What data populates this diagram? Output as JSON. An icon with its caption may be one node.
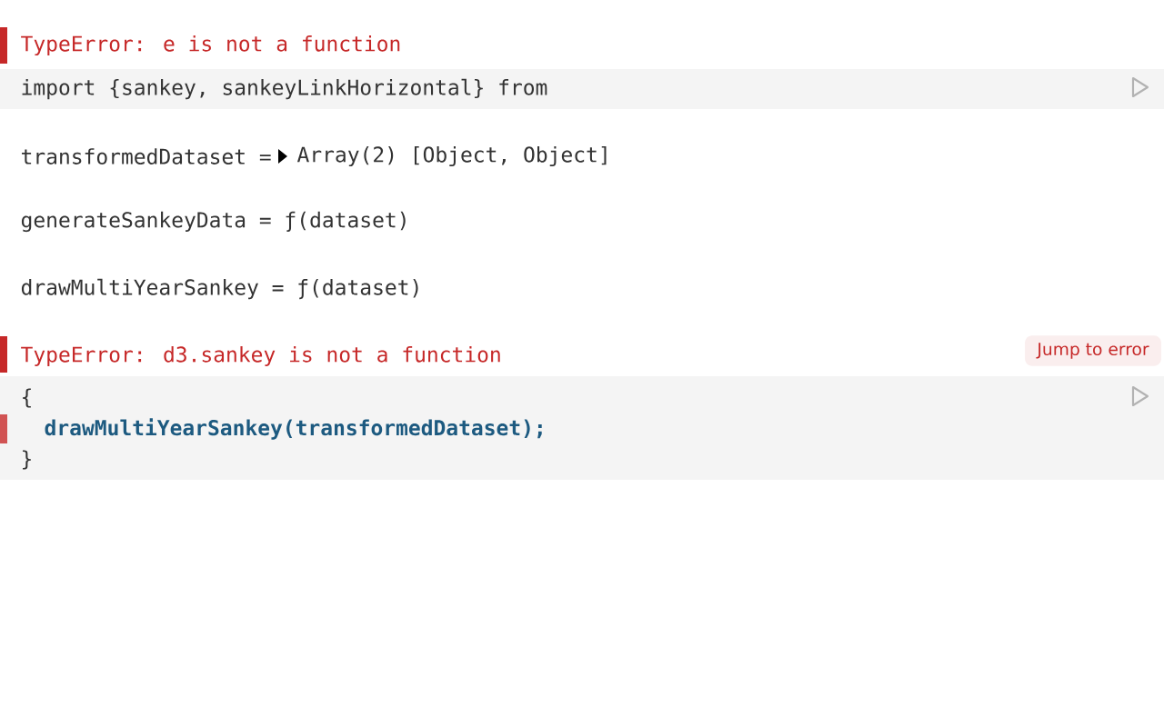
{
  "diagram": {
    "labels": [
      "TypeError: e is not a function",
      "import {sankey, sankeyLinkHorizontal} from",
      "transformedDataset =",
      "Array(2) [Object, Object]",
      "generateSankeyData = ƒ(dataset)",
      "drawMultiYearSankey = ƒ(dataset)",
      "TypeError: d3.sankey is not a function",
      "Jump to error",
      "{",
      "drawMultiYearSankey(transformedDataset);",
      "}"
    ]
  }
}
